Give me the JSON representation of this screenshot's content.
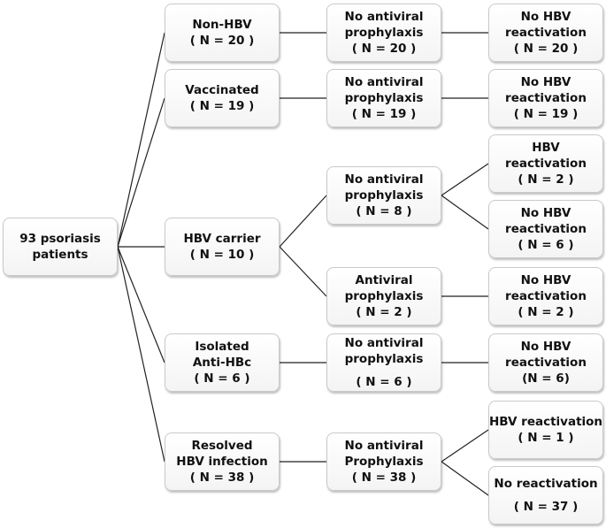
{
  "root": {
    "line1": "93 psoriasis",
    "line2": "patients"
  },
  "groups": {
    "non_hbv": {
      "line1": "Non-HBV",
      "count": "( N = 20 )"
    },
    "vaccinated": {
      "line1": "Vaccinated",
      "count": "( N = 19 )"
    },
    "hbv_carrier": {
      "line1": "HBV carrier",
      "count": "( N = 10 )"
    },
    "isolated_anti_hbc": {
      "line1": "Isolated",
      "line2": "Anti-HBc",
      "count": "( N = 6 )"
    },
    "resolved": {
      "line1": "Resolved",
      "line2": "HBV infection",
      "count": "( N = 38 )"
    }
  },
  "prophylaxis": {
    "p1": {
      "line1": "No antiviral",
      "line2": "prophylaxis",
      "count": "( N = 20 )"
    },
    "p2": {
      "line1": "No antiviral",
      "line2": "prophylaxis",
      "count": "( N = 19 )"
    },
    "p3": {
      "line1": "No antiviral",
      "line2": "prophylaxis",
      "count": "( N = 8 )"
    },
    "p4": {
      "line1": "Antiviral",
      "line2": "prophylaxis",
      "count": "( N = 2 )"
    },
    "p5": {
      "line1": "No antiviral",
      "line2": "prophylaxis",
      "count": "( N = 6 )"
    },
    "p6": {
      "line1": "No antiviral",
      "line2": "Prophylaxis",
      "count": "( N = 38 )"
    }
  },
  "outcomes": {
    "o1": {
      "line1": "No HBV",
      "line2": "reactivation",
      "count": "( N = 20 )"
    },
    "o2": {
      "line1": "No HBV",
      "line2": "reactivation",
      "count": "( N = 19 )"
    },
    "o3": {
      "line1": "HBV",
      "line2": "reactivation",
      "count": "( N = 2 )"
    },
    "o4": {
      "line1": "No HBV",
      "line2": "reactivation",
      "count": "( N = 6 )"
    },
    "o5": {
      "line1": "No HBV",
      "line2": "reactivation",
      "count": "( N = 2 )"
    },
    "o6": {
      "line1": "No HBV",
      "line2": "reactivation",
      "count": "(N = 6)"
    },
    "o7": {
      "line1": "HBV reactivation",
      "count": "( N = 1 )"
    },
    "o8": {
      "line1": "No reactivation",
      "count": "( N = 37 )"
    }
  }
}
